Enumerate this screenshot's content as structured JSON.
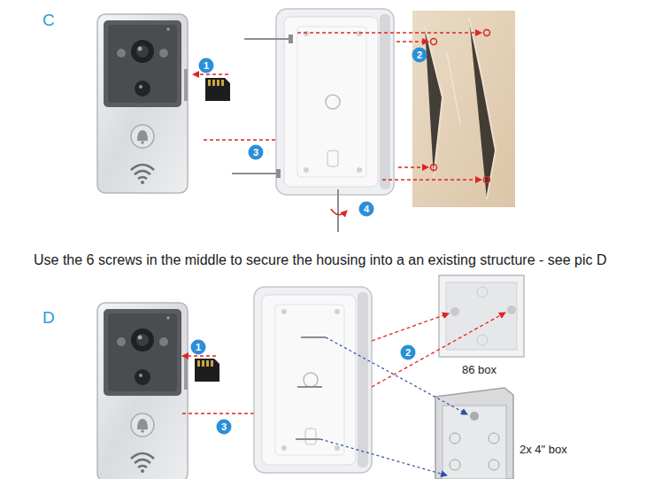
{
  "diagram": {
    "labels": [
      "C",
      "1",
      "2",
      "3",
      "4",
      "Use the 6 screws in the middle to secure the housing into a an existing structure - see pic D",
      "D",
      "1",
      "2",
      "3",
      "86 box",
      "2x 4\" box"
    ]
  }
}
